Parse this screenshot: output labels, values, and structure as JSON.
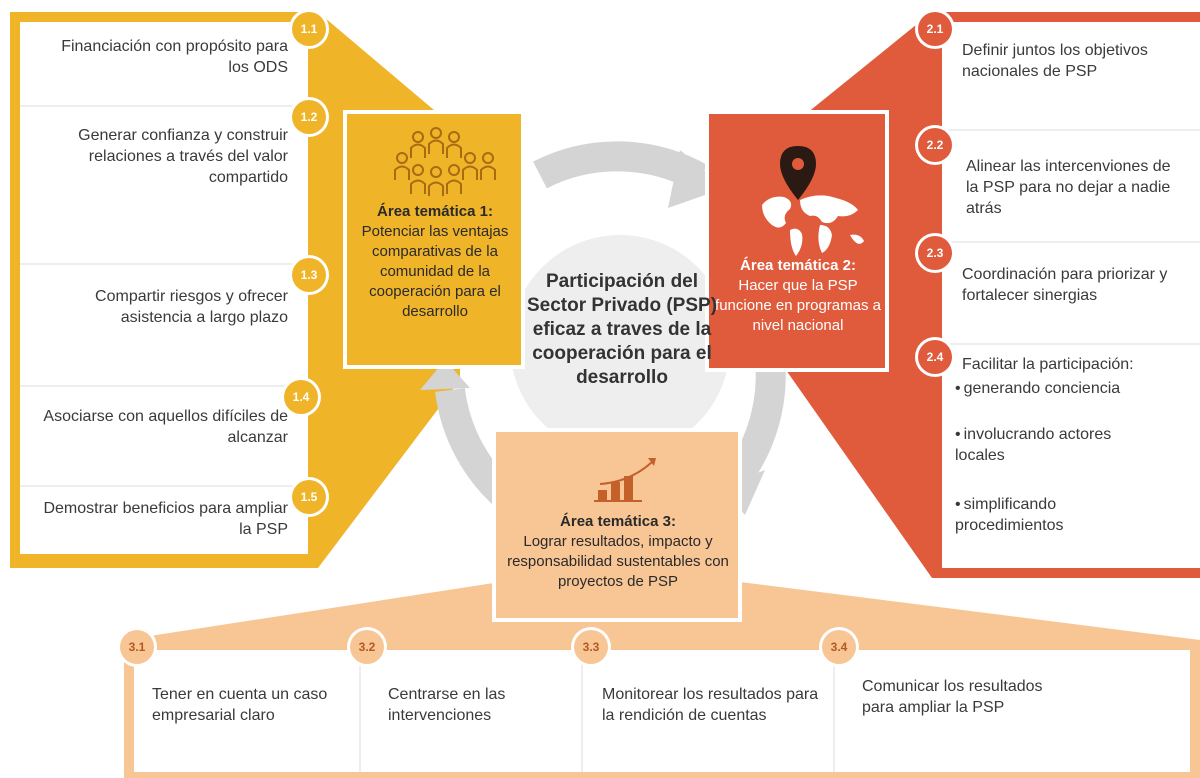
{
  "colors": {
    "yellow": "#f0b429",
    "red": "#e05a3c",
    "peach": "#f8c595",
    "arrow_gray": "#d4d4d4",
    "center_gray": "#eeeeee"
  },
  "center": {
    "title": "Participación del Sector Privado (PSP) eficaz a traves de la cooperación para el desarrollo"
  },
  "area1": {
    "heading": "Área temática 1:",
    "text": "Potenciar las ventajas comparativas de la comunidad de la cooperación para el desarrollo",
    "icon": "people-group-icon",
    "items": [
      {
        "num": "1.1",
        "text": "Financiación con propósito para los ODS"
      },
      {
        "num": "1.2",
        "text": "Generar confianza y construir relaciones a través del valor compartido"
      },
      {
        "num": "1.3",
        "text": "Compartir riesgos y ofrecer asistencia a largo plazo"
      },
      {
        "num": "1.4",
        "text": "Asociarse con aquellos difíciles de alcanzar"
      },
      {
        "num": "1.5",
        "text": "Demostrar beneficios para ampliar la PSP"
      }
    ]
  },
  "area2": {
    "heading": "Área temática 2:",
    "text": "Hacer que la PSP funcione en programas a nivel nacional",
    "icon": "world-map-pin-icon",
    "items": [
      {
        "num": "2.1",
        "text": "Definir juntos los objetivos nacionales de PSP"
      },
      {
        "num": "2.2",
        "text": "Alinear las intercenviones de la PSP para no dejar a nadie atrás"
      },
      {
        "num": "2.3",
        "text": "Coordinación para priorizar y fortalecer sinergias"
      },
      {
        "num": "2.4",
        "text": "Facilitar la participación:",
        "bullets": [
          "generando conciencia",
          "involucrando actores locales",
          "simplificando procedimientos"
        ]
      }
    ]
  },
  "area3": {
    "heading": "Área temática 3:",
    "text": "Lograr resultados, impacto y responsabilidad sustentables con proyectos de PSP",
    "icon": "growth-bar-chart-icon",
    "items": [
      {
        "num": "3.1",
        "text": "Tener en cuenta un caso empresarial claro"
      },
      {
        "num": "3.2",
        "text": "Centrarse en las intervenciones"
      },
      {
        "num": "3.3",
        "text": "Monitorear los resultados para la rendición de cuentas"
      },
      {
        "num": "3.4",
        "text": "Comunicar los resultados para ampliar la PSP"
      }
    ]
  }
}
